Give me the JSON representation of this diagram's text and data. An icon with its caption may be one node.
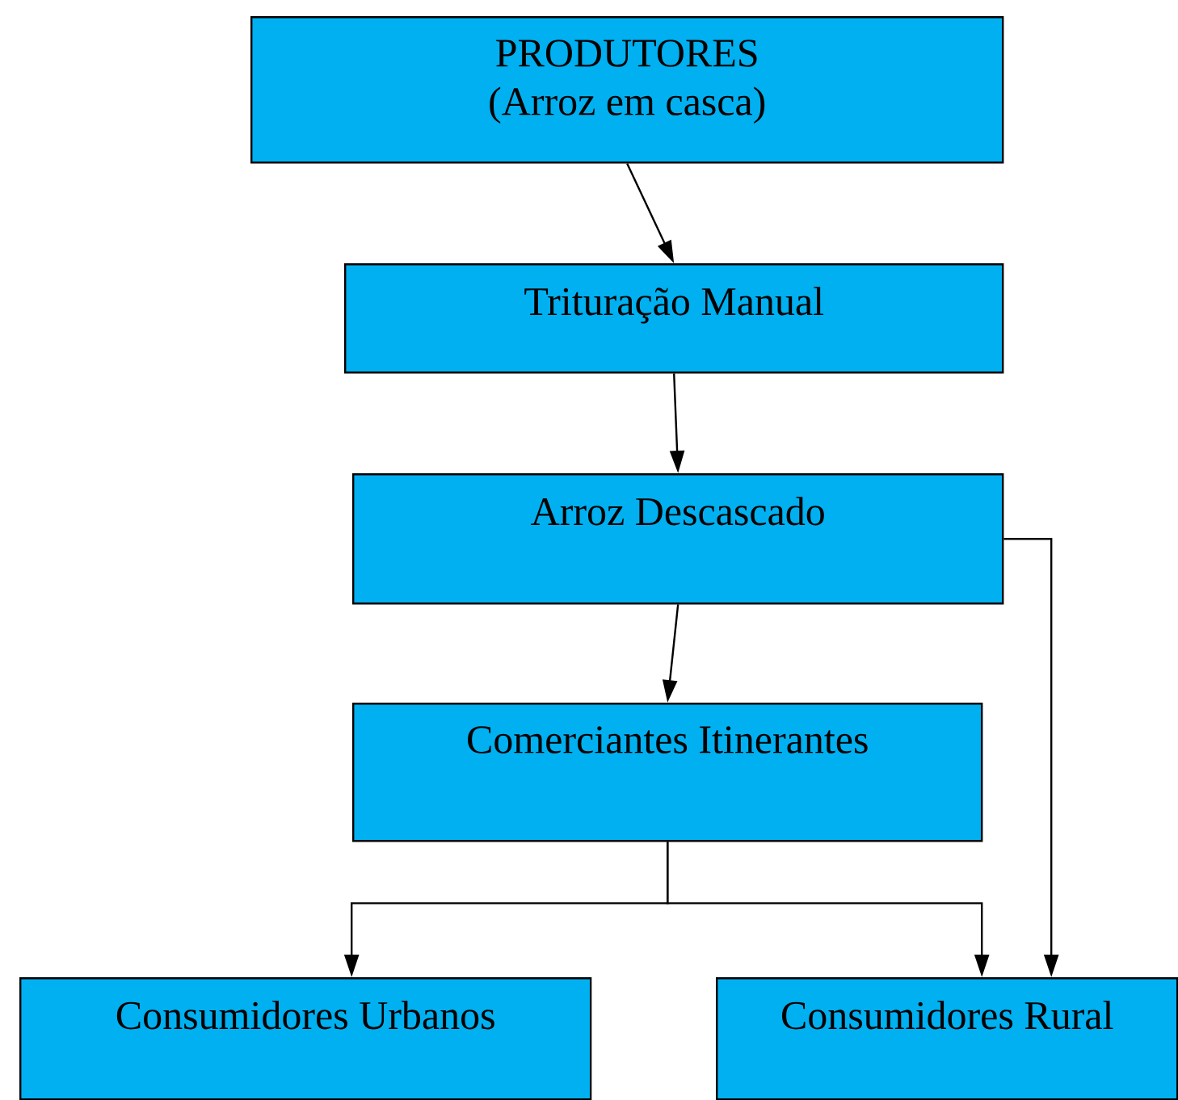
{
  "diagram": {
    "nodes": [
      {
        "text": [
          "PRODUTORES",
          "(Arroz em casca)"
        ]
      },
      {
        "text": [
          "Trituração Manual"
        ]
      },
      {
        "text": [
          "Arroz Descascado"
        ]
      },
      {
        "text": [
          "Comerciantes Itinerantes"
        ]
      },
      {
        "text": [
          "Consumidores Urbanos"
        ]
      },
      {
        "text": [
          "Consumidores Rural"
        ]
      }
    ],
    "edges": [
      {
        "from": 0,
        "to": 1,
        "arrow": "to"
      },
      {
        "from": 1,
        "to": 2,
        "arrow": "to"
      },
      {
        "from": 2,
        "to": 3,
        "arrow": "to"
      },
      {
        "from": 3,
        "to": 4,
        "arrow": "to"
      },
      {
        "from": 3,
        "to": 5,
        "arrow": "to"
      },
      {
        "from": 2,
        "to": 5,
        "arrow": "to"
      }
    ]
  }
}
